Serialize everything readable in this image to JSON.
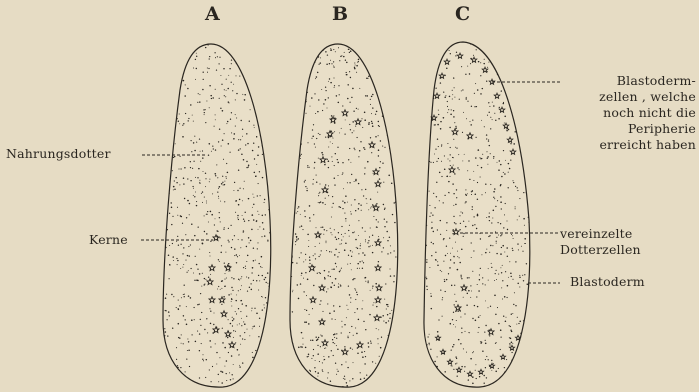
{
  "figure": {
    "panel_letters": [
      "A",
      "B",
      "C"
    ],
    "labels": {
      "nahrungsdotter": "Nahrungsdotter",
      "kerne": "Kerne",
      "blastoderm_zellen": [
        "Blastoderm-",
        "zellen , welche",
        "noch nicht die",
        "Peripherie",
        "erreicht haben"
      ],
      "vereinzelte_dotterzellen": [
        "vereinzelte",
        "Dotterzellen"
      ],
      "blastoderm": "Blastoderm"
    },
    "colors": {
      "paper": "#e6dcc4",
      "ink": "#2a2620"
    }
  }
}
